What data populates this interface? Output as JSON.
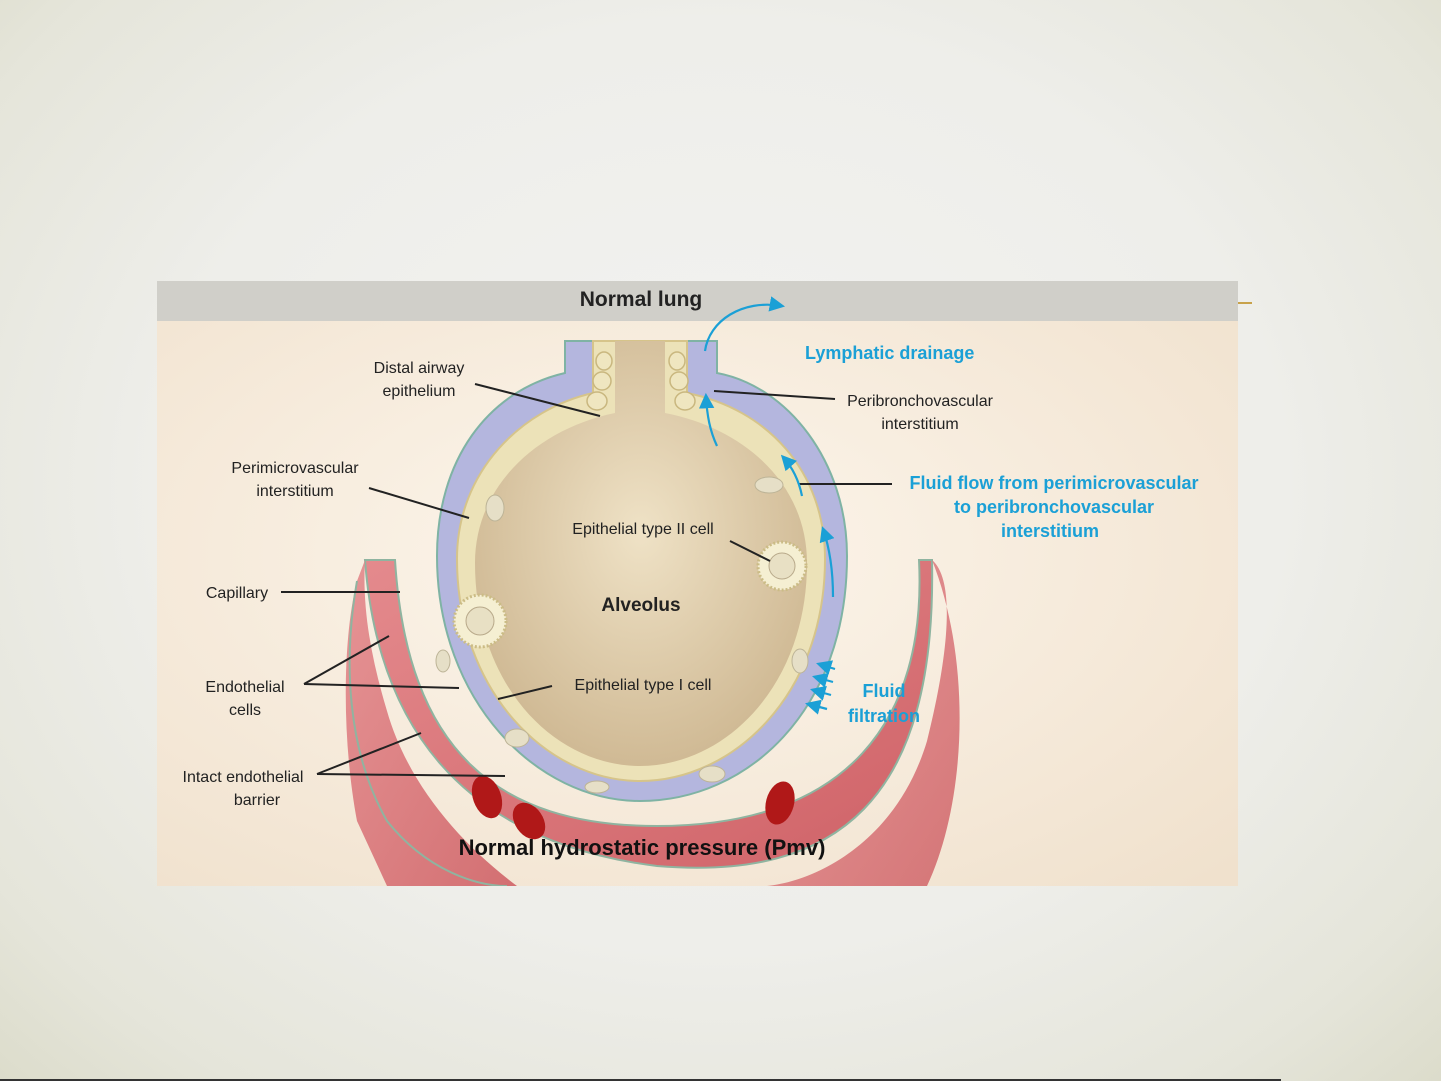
{
  "figure": {
    "title": "Normal lung",
    "footer": "Normal hydrostatic pressure (Pmv)",
    "center_label": "Alveolus",
    "labels": {
      "distal_airway_1": "Distal airway",
      "distal_airway_2": "epithelium",
      "perimicrovascular_1": "Perimicrovascular",
      "perimicrovascular_2": "interstitium",
      "capillary": "Capillary",
      "endothelial_1": "Endothelial",
      "endothelial_2": "cells",
      "intact_1": "Intact endothelial",
      "intact_2": "barrier",
      "epithelial_type2": "Epithelial type II cell",
      "epithelial_type1": "Epithelial type I cell",
      "peribronchovascular_1": "Peribronchovascular",
      "peribronchovascular_2": "interstitium"
    },
    "blue_labels": {
      "lymphatic": "Lymphatic drainage",
      "fluid_flow_1": "Fluid flow from perimicrovascular",
      "fluid_flow_2": "to peribronchovascular",
      "fluid_flow_3": "interstitium",
      "filtration_1": "Fluid",
      "filtration_2": "filtration"
    }
  },
  "colors": {
    "header_bar": "#d0cfc9",
    "panel_bg": "#f4e8d8",
    "interstitium": "#b4b6de",
    "epithelium": "#ece2b8",
    "alveolus": "#d8c5a4",
    "capillary": "#dc7a7e",
    "rbc": "#b01818",
    "blue_accent": "#1ba0d6",
    "label_text": "#222222",
    "slide_accent": "#c8a24a"
  }
}
